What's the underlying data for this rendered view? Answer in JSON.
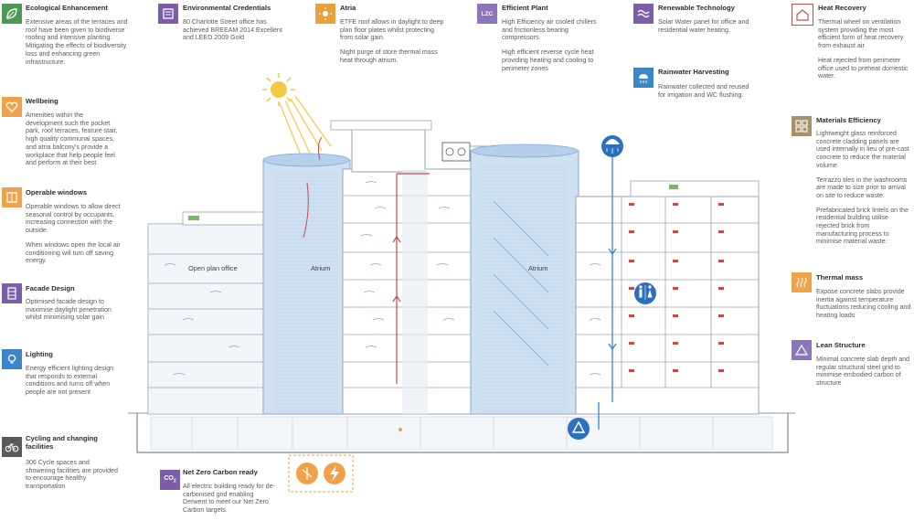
{
  "colors": {
    "ecological": "#4c9a52",
    "credentials": "#7b5ea7",
    "atria": "#e9a23b",
    "plant": "#8a76b8",
    "renewable": "#7b5ea7",
    "heat": "#c0504d",
    "rainwater": "#3a86c8",
    "materials": "#a8926d",
    "wellbeing": "#f0a24a",
    "windows": "#f0a24a",
    "facade": "#7b5ea7",
    "lighting": "#3a86c8",
    "thermal": "#f0a24a",
    "lean": "#8a76b8",
    "cycling": "#5a5a5a",
    "netzero": "#7b5ea7",
    "building_blue": "#cfe0f3",
    "airflow_red": "#c84848",
    "outline": "#9aa3ad"
  },
  "callouts": {
    "ecological": {
      "icon": "leaf-icon",
      "title": "Ecological Enhancement",
      "body": [
        "Extensive areas of the terraces and roof have been given to biodiverse roofing and intensive planting. Mitigating the effects of biodiversity loss and enhancing green infrastructure."
      ]
    },
    "credentials": {
      "icon": "certificate-icon",
      "title": "Environmental Credentials",
      "body": [
        "80 Charlotte Street office has achieved BREEAM 2014 Excellent and LEED 2009 Gold"
      ]
    },
    "atria": {
      "icon": "sun-icon",
      "title": "Atria",
      "body": [
        "ETFE roof allows in daylight to deep plan floor plates whilst protecting from solar gain.",
        "Night purge of store thermal mass heat through atrium."
      ]
    },
    "plant": {
      "icon": "lzc-badge-icon",
      "icon_text": "LZC",
      "title": "Efficient Plant",
      "body": [
        "High Efficiency air cooled chillers and frictionless bearing compressors",
        "High efficient reverse cycle heat providing heating and cooling to perimeter zones"
      ]
    },
    "renewable": {
      "icon": "solar-water-icon",
      "title": "Renewable Technology",
      "body": [
        "Solar Water panel for office and residential water heating."
      ]
    },
    "heat": {
      "icon": "heat-house-icon",
      "title": "Heat Recovery",
      "body": [
        "Thermal wheel on ventilation system providing the most efficient form of heat recovery from exhaust air",
        "Heat rejected from perimeter office used to preheat domestic water."
      ]
    },
    "rainwater": {
      "icon": "rain-cloud-icon",
      "title": "Rainwater Harvesting",
      "body": [
        "Rainwater collected and reused for irrigation and WC flushing."
      ]
    },
    "materials": {
      "icon": "materials-grid-icon",
      "title": "Materials Efficiency",
      "body": [
        "Lightweight glass reinforced concrete cladding panels are used internally in lieu of pre-cast concrete to reduce the material volume.",
        "Terrazzo tiles in the washrooms are made to size prior to arrival on site to reduce waste.",
        "Prefabricated brick lintels on the residential building utilise rejected brick from manufacturing process to minimise material waste."
      ]
    },
    "wellbeing": {
      "icon": "heart-icon",
      "title": "Wellbeing",
      "body": [
        "Amenities within the development such the pocket park, roof terraces, feature stair, high quality communal spaces, and atria balcony's provide a workplace that help people feel and perform at their best"
      ]
    },
    "windows": {
      "icon": "window-icon",
      "title": "Operable windows",
      "body": [
        "Operable windows to allow direct seasonal control by occupants, increasing connection with the outside.",
        "When windows open the local air conditioning will turn off saving energy."
      ]
    },
    "facade": {
      "icon": "facade-icon",
      "title": "Facade Design",
      "body": [
        "Optimised facade design to maximise daylight penetration whilst minimising solar gain"
      ]
    },
    "lighting": {
      "icon": "lightbulb-icon",
      "title": "Lighting",
      "body": [
        "Energy efficient lighting design that responds to external conditions and turns off when people are not present"
      ]
    },
    "thermal": {
      "icon": "thermal-waves-icon",
      "title": "Thermal mass",
      "body": [
        "Expose concrete slabs provide inertia against temperature fluctuations reducing cooling and heating loads"
      ]
    },
    "lean": {
      "icon": "lean-structure-icon",
      "title": "Lean Structure",
      "body": [
        "Minimal concrete slab depth and regular structural steel grid to minimise embodied carbon of structure"
      ]
    },
    "cycling": {
      "icon": "bicycle-icon",
      "title": "Cycling and changing facilities",
      "body": [
        "306 Cycle spaces and showering facilities are provided to encourage healthy transportation"
      ]
    },
    "netzero": {
      "icon": "co2-icon",
      "icon_text": "CO",
      "icon_sub": "2",
      "title": "Net Zero Carbon ready",
      "body": [
        "All electric building ready for de-carbonised grid enabling Derwent to meet our Net Zero Carbon targets."
      ]
    }
  },
  "diagram": {
    "labels": {
      "open_plan": "Open plan office",
      "atrium_left": "Atrium",
      "atrium_right": "Atrium"
    },
    "icons": [
      "sun-icon",
      "rain-drop-icon",
      "toilet-icon",
      "recycle-icon",
      "electric-plug-icon",
      "electric-bolt-icon"
    ]
  }
}
